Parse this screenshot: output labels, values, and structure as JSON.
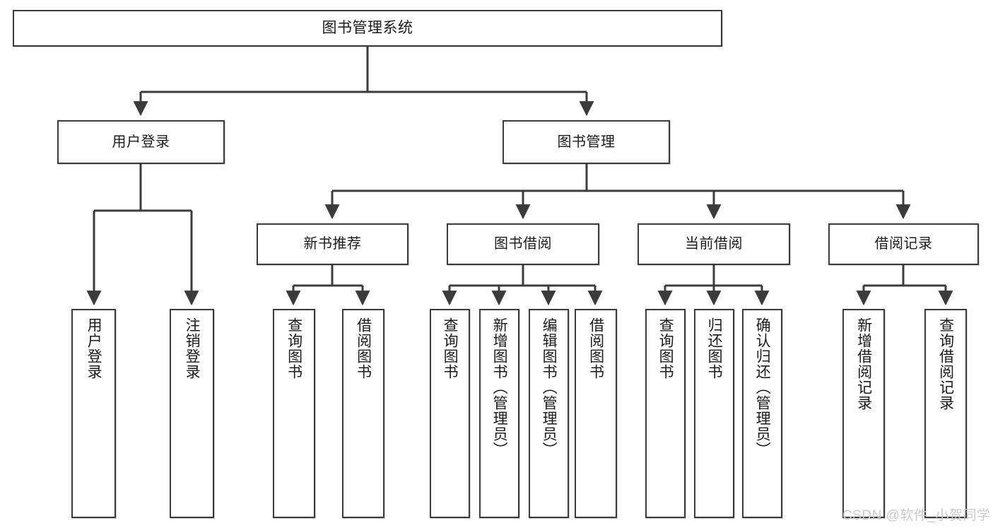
{
  "diagram": {
    "title": "图书管理系统",
    "type": "hierarchy-tree",
    "watermark": "CSDN @软件_小贺同学",
    "colors": {
      "box_border": "#3b3b3b",
      "box_fill": "#ffffff",
      "edge": "#3b3b3b",
      "text": "#1b1b1b",
      "watermark": "#c9c9c9",
      "background": "#ffffff"
    },
    "levels": {
      "root": "图书管理系统",
      "level2": [
        "用户登录",
        "图书管理"
      ],
      "level3": [
        "新书推荐",
        "图书借阅",
        "当前借阅",
        "借阅记录"
      ],
      "level4": [
        "用户登录",
        "注销登录",
        "查询图书",
        "借阅图书",
        "查询图书",
        "新增图书（管理员）",
        "编辑图书（管理员）",
        "借阅图书",
        "查询图书",
        "归还图书",
        "确认归还（管理员）",
        "新增借阅记录",
        "查询借阅记录"
      ]
    },
    "nodes": {
      "root": {
        "label": "图书管理系统"
      },
      "user_login": {
        "label": "用户登录"
      },
      "book_manage": {
        "label": "图书管理"
      },
      "new_book_rec": {
        "label": "新书推荐"
      },
      "book_borrow": {
        "label": "图书借阅"
      },
      "current_borrow": {
        "label": "当前借阅"
      },
      "borrow_record": {
        "label": "借阅记录"
      },
      "leaf_user_login": {
        "label": "用户登录"
      },
      "leaf_logout": {
        "label": "注销登录"
      },
      "leaf_query_book_1": {
        "label": "查询图书"
      },
      "leaf_borrow_book_1": {
        "label": "借阅图书"
      },
      "leaf_query_book_2": {
        "label": "查询图书"
      },
      "leaf_add_book_admin": {
        "label": "新增图书（管理员）"
      },
      "leaf_edit_book_admin": {
        "label": "编辑图书（管理员）"
      },
      "leaf_borrow_book_2": {
        "label": "借阅图书"
      },
      "leaf_query_book_3": {
        "label": "查询图书"
      },
      "leaf_return_book": {
        "label": "归还图书"
      },
      "leaf_confirm_return_admin": {
        "label": "确认归还（管理员）"
      },
      "leaf_add_borrow_record": {
        "label": "新增借阅记录"
      },
      "leaf_query_borrow_record": {
        "label": "查询借阅记录"
      }
    }
  }
}
